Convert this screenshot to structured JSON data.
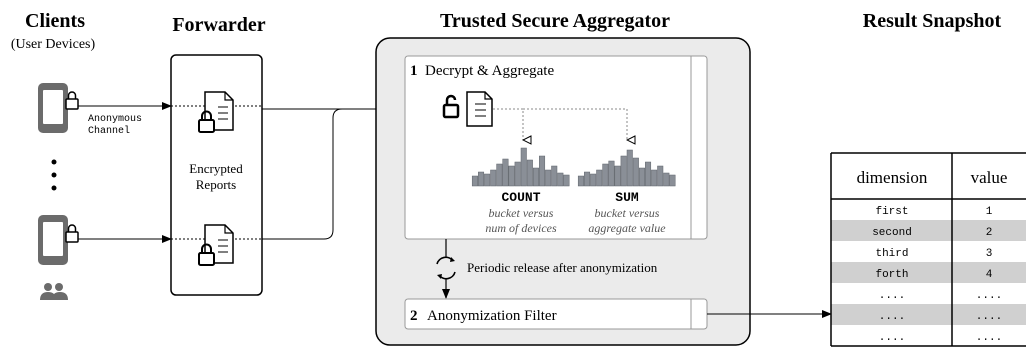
{
  "headers": {
    "clients": "Clients",
    "clients_sub": "(User Devices)",
    "forwarder": "Forwarder",
    "aggregator": "Trusted Secure Aggregator",
    "result": "Result Snapshot"
  },
  "channel_label": [
    "Anonymous",
    "Channel"
  ],
  "forwarder_label": [
    "Encrypted",
    "Reports"
  ],
  "step1": {
    "num": "1",
    "label": "Decrypt & Aggregate"
  },
  "step2": {
    "num": "2",
    "label": "Anonymization Filter"
  },
  "release_label": "Periodic release after anonymization",
  "histograms": [
    {
      "title": "COUNT",
      "caption": [
        "bucket versus",
        "num of devices"
      ]
    },
    {
      "title": "SUM",
      "caption": [
        "bucket versus",
        "aggregate value"
      ]
    }
  ],
  "table": {
    "headers": [
      "dimension",
      "value"
    ],
    "rows": [
      [
        "first",
        "1"
      ],
      [
        "second",
        "2"
      ],
      [
        "third",
        "3"
      ],
      [
        "forth",
        "4"
      ],
      [
        "....",
        "...."
      ],
      [
        "....",
        "...."
      ],
      [
        "....",
        "...."
      ]
    ]
  },
  "colors": {
    "aggregator_bg": "#ebebeb",
    "device": "#6b6b6b",
    "bar_fill": "#8a8f97",
    "row_shade": "#d0d0d0",
    "line": "#000000"
  },
  "icons": {
    "device": "smartphone-icon",
    "lock": "lock-icon",
    "unlock": "unlock-icon",
    "document": "document-icon",
    "people": "people-icon",
    "refresh": "refresh-icon"
  }
}
